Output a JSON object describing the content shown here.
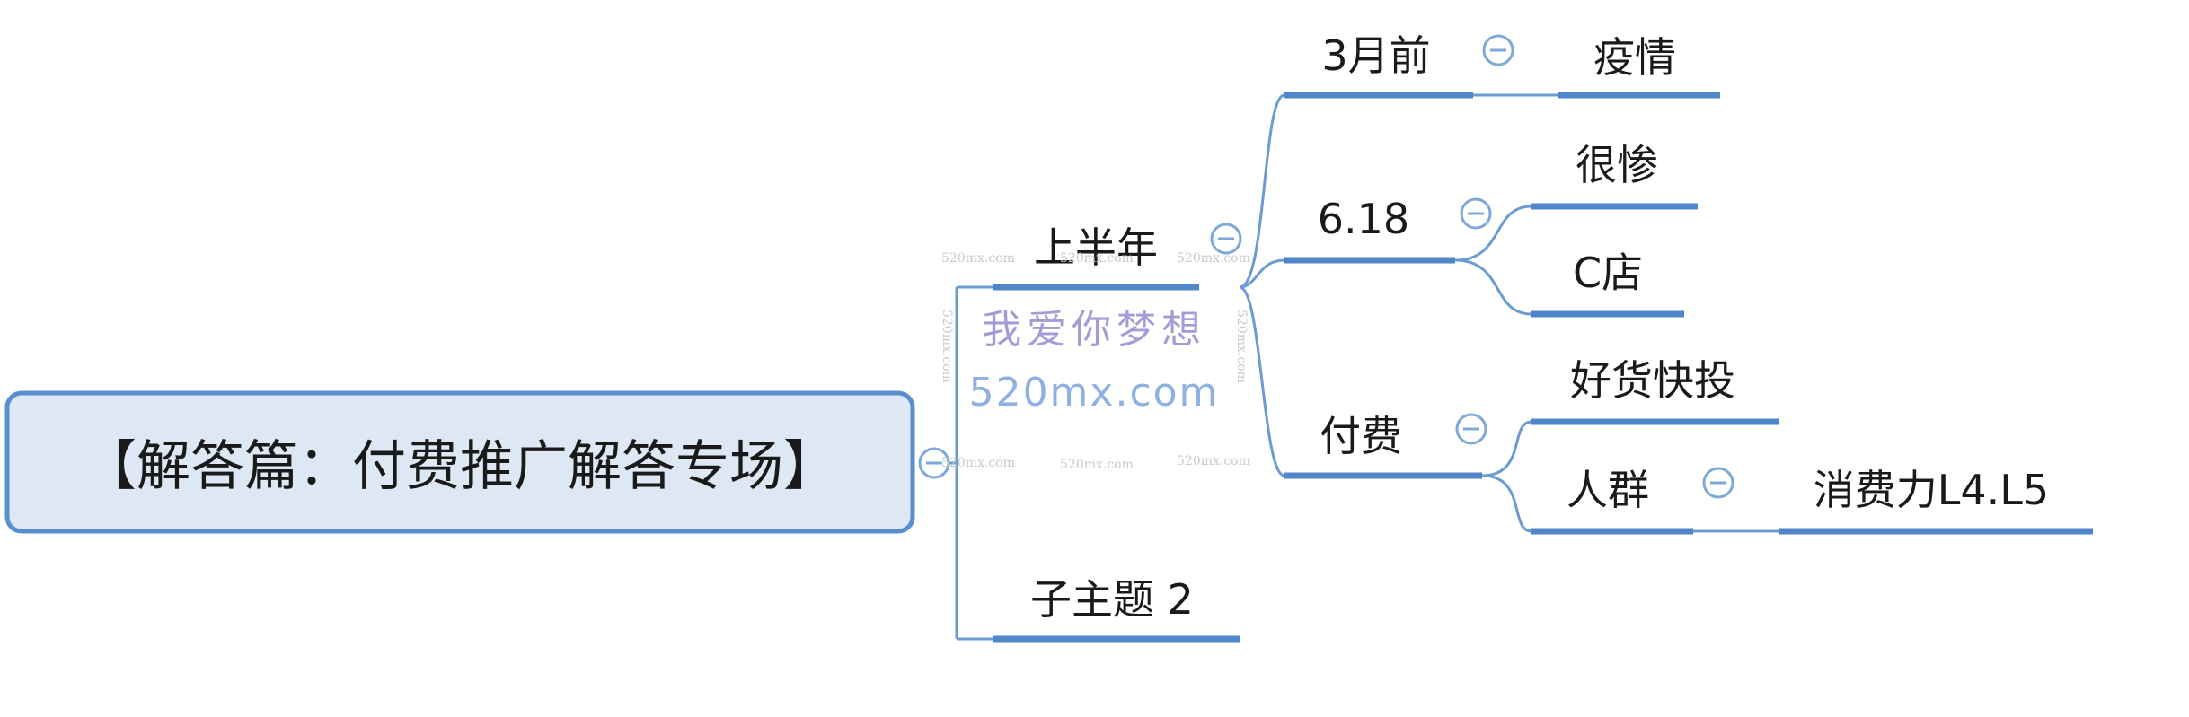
{
  "mindmap": {
    "root": {
      "label": "【解答篇：付费推广解答专场】"
    },
    "topics": {
      "first_half": "上半年",
      "before_march": "3月前",
      "epidemic": "疫情",
      "six_eighteen": "6.18",
      "very_bad": "很惨",
      "c_store": "C店",
      "paid": "付费",
      "good_goods_fast": "好货快投",
      "crowd": "人群",
      "spending_power": "消费力L4.L5",
      "subtopic2": "子主题 2"
    }
  },
  "watermark": {
    "cn_text": "我爱你梦想",
    "url_text": "520mx.com",
    "small_text": "520mx.com"
  },
  "colors": {
    "line": "#6b9bd1",
    "underline": "#4f86c9",
    "root_fill": "#dde8f4",
    "root_border": "#5b8ecf",
    "collapse_icon": "#7ea8d8",
    "watermark_cn": "#a79ad6",
    "watermark_url": "#8fb0e2"
  }
}
